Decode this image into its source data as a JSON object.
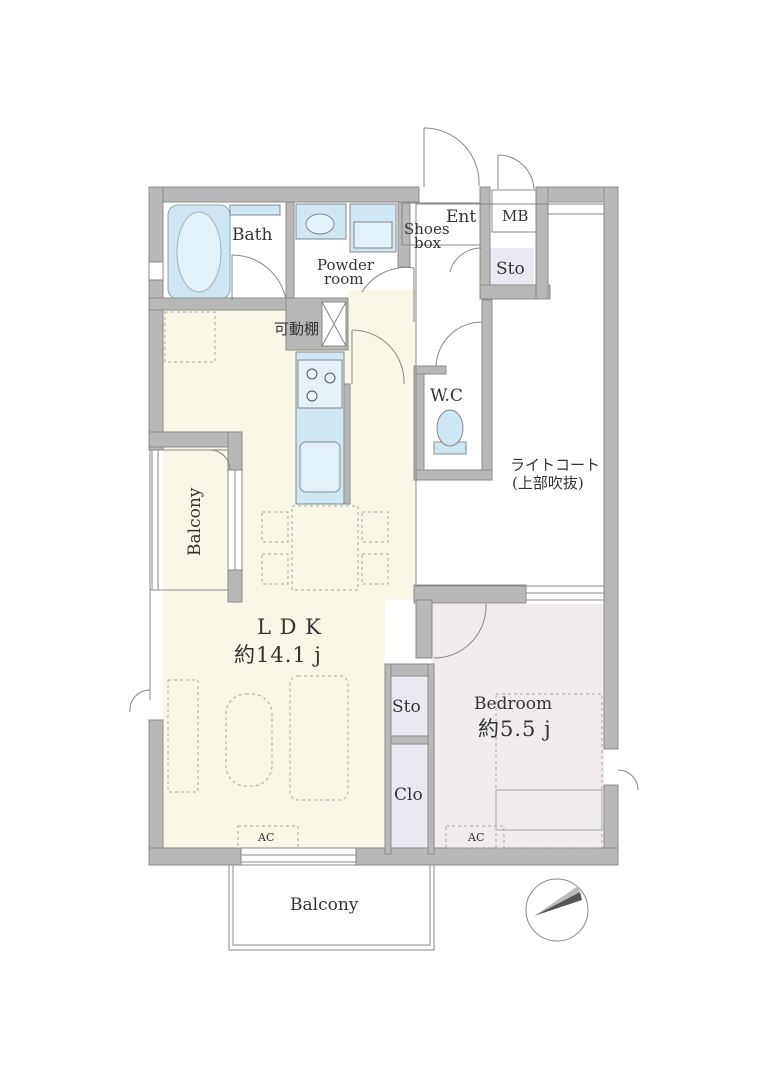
{
  "rooms": {
    "bath": "Bath",
    "powder_line1": "Powder",
    "powder_line2": "room",
    "shoes_line1": "Shoes",
    "shoes_line2": "box",
    "ent": "Ent",
    "mb": "MB",
    "sto_top": "Sto",
    "shelf": "可動棚",
    "wc": "W.C",
    "lightcourt_line1": "ライトコート",
    "lightcourt_line2": "(上部吹抜)",
    "balcony_side": "Balcony",
    "ldk_line1": "L D K",
    "ldk_line2": "約14.1 j",
    "sto_mid": "Sto",
    "clo": "Clo",
    "bedroom_line1": "Bedroom",
    "bedroom_line2": "約5.5 j",
    "ac_ldk": "AC",
    "ac_bed": "AC",
    "balcony_bottom": "Balcony"
  },
  "colors": {
    "wall": "#b8b8b8",
    "wall_edge": "#8c8c8c",
    "floor_cream": "#f8f7e8",
    "floor_bed": "#f0eceb",
    "sto_purple": "#ece8f1",
    "water_blue": "#cfe6f3",
    "line": "#777777"
  }
}
